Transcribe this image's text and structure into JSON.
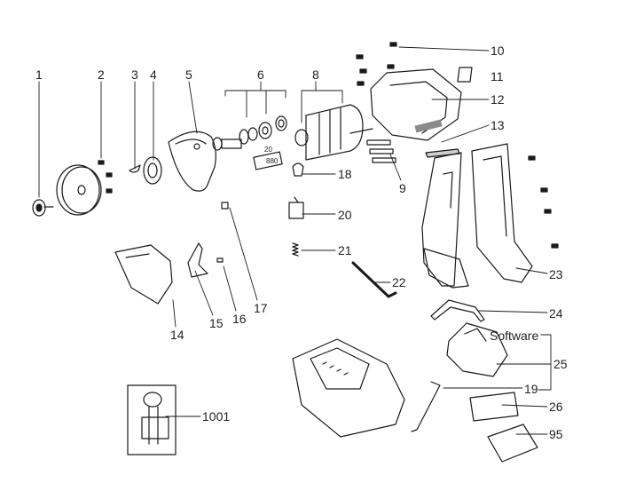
{
  "labels": {
    "p1": "1",
    "p2": "2",
    "p3": "3",
    "p4": "4",
    "p5": "5",
    "p6": "6",
    "p8": "8",
    "p9": "9",
    "p10": "10",
    "p11": "11",
    "p12": "12",
    "p13": "13",
    "p14": "14",
    "p15": "15",
    "p16": "16",
    "p17": "17",
    "p18": "18",
    "p19": "19",
    "p20": "20",
    "p21": "21",
    "p22": "22",
    "p23": "23",
    "p24": "24",
    "p25": "25",
    "p26": "26",
    "p95": "95",
    "p1001": "1001",
    "software": "Software",
    "part_text_20": "20",
    "part_text_880": "880"
  },
  "colors": {
    "ink": "#1a1a1a",
    "shade": "#8a8a8a",
    "light": "#cfcfcf"
  }
}
